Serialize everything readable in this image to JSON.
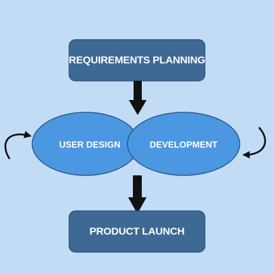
{
  "colors": {
    "background": "#c3dcf6",
    "box_fill": "#3d6994",
    "box_stroke": "#2f587f",
    "ellipse_fill": "#4b97e1",
    "ellipse_stroke": "#2d5c8c",
    "arrow": "#111111",
    "text": "#ffffff"
  },
  "nodes": {
    "requirements_planning": "REQUIREMENTS PLANNING",
    "user_design": "USER DESIGN",
    "development": "DEVELOPMENT",
    "product_launch": "PRODUCT LAUNCH"
  },
  "icons": {
    "left_loop": "curved-arrow-icon",
    "right_loop": "curved-arrow-icon",
    "down_arrows": "down-arrow-icon"
  }
}
